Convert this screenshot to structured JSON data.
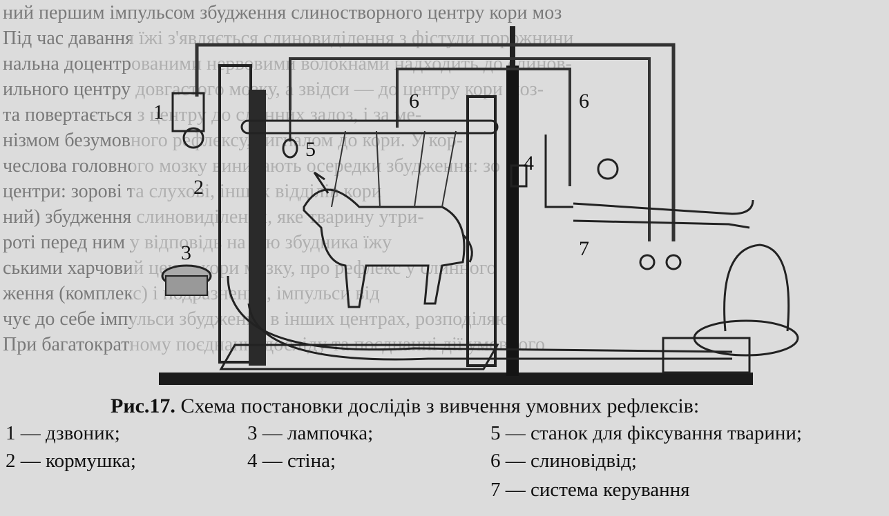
{
  "background_lines": [
    "ний першим імпульсом збудження слиностворного центру кори моз",
    "Під час давання їжі з'являється слиновиділення з фістули порожнини",
    "нальна доцентрованими нервовими волокнами надходить до слинов-",
    "ильного центру довгастого мозку, а звідси — до центру кори моз-",
    "та повертається з центру до слинних залоз, і за ме-",
    "нізмом безумовного рефлексу, сигналом до кори. У кор-",
    "чеслова головного мозку виникають осередки збудження: зо",
    "центри: зорові та слухові, інших відділів кори",
    "ний) збудження слиновиділення, яке тварину утри-",
    "роті перед ним у відповідь на дію збудника їжу",
    "ськими харчовий центр кори мозку, про рефлекс у слинного",
    "ження (комплекс) і подразнення, імпульси від",
    "чує до себе імпульси збудження в інших центрах, розподіляю-",
    "При багатократному поєднанні досліду та поєднанні дії умовного"
  ],
  "figure": {
    "labels": {
      "bell": "1",
      "feeder": "2",
      "lamp": "3",
      "wall": "4",
      "stand": "5",
      "saliva_left": "6",
      "saliva_right": "6",
      "control": "7"
    }
  },
  "caption": {
    "label": "Рис.17.",
    "title": "Схема постановки дослідів з вивчення умовних рефлексів:"
  },
  "legend": [
    "1 — дзвоник;",
    "2 — кормушка;",
    "3 — лампочка;",
    "4 — стіна;",
    "5 — станок для фіксування тварини;",
    "6 — слиновідвід;",
    "7 — система керування"
  ]
}
